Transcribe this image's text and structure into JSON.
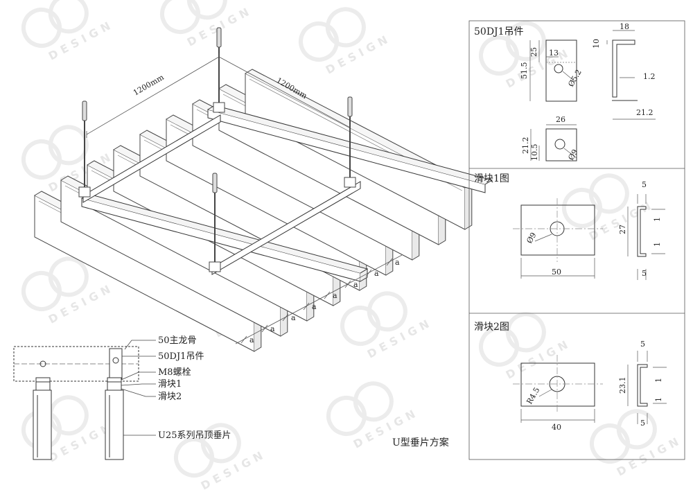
{
  "watermark": {
    "text": "DESIGN"
  },
  "iso": {
    "span_left": "1200mm",
    "span_right": "1200mm",
    "pitch": "a"
  },
  "section_labels": [
    {
      "id": "main-runner",
      "text": "50主龙骨"
    },
    {
      "id": "hanger",
      "text": "50DJ1吊件"
    },
    {
      "id": "bolt",
      "text": "M8螺栓"
    },
    {
      "id": "slider1",
      "text": "滑块1"
    },
    {
      "id": "slider2",
      "text": "滑块2"
    },
    {
      "id": "baffle",
      "text": "U25系列吊顶垂片"
    }
  ],
  "scheme_title": "U型垂片方案",
  "panel_hanger": {
    "title": "50DJ1吊件",
    "dims": {
      "w18": "18",
      "h10": "10",
      "h25": "25",
      "w13": "13",
      "h51": "51.5",
      "d52": "Ø5.2",
      "t12": "1.2",
      "w212": "21.2",
      "w26": "26",
      "h212": "21.2",
      "h105": "10.5",
      "d9": "Ø9"
    }
  },
  "panel_slider1": {
    "title": "滑块1图",
    "dims": {
      "t5a": "5",
      "h27": "27",
      "d9": "Ø9",
      "w50": "50",
      "g1a": "1",
      "g1b": "1",
      "t5b": "5"
    }
  },
  "panel_slider2": {
    "title": "滑块2图",
    "dims": {
      "t5a": "5",
      "h231": "23.1",
      "r45": "R4.5",
      "w40": "40",
      "g1a": "1",
      "g1b": "1",
      "t5b": "5"
    }
  }
}
